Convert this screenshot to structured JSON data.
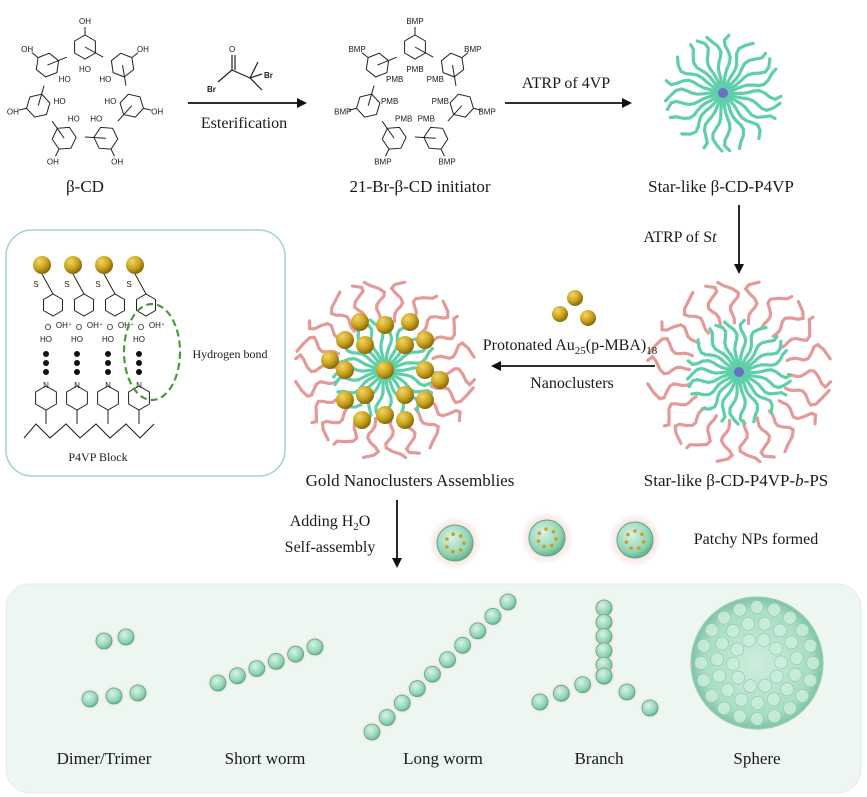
{
  "molecules": {
    "beta_cd": {
      "label": "β-CD",
      "group": "HO",
      "group_alt": "OH"
    },
    "initiator": {
      "label": "21-Br-β-CD initiator",
      "group": "BMP",
      "group_alt": "PMB"
    },
    "reagent": {
      "atom_o": "O",
      "atom_br1": "Br",
      "atom_br2": "Br"
    }
  },
  "arrows": {
    "esterification": "Esterification",
    "atrp_4vp": "ATRP of 4VP",
    "atrp_st_prefix": "ATRP of S",
    "atrp_st_italic": "t",
    "nanoclusters_line1_prefix": "Protonated Au",
    "nanoclusters_line1_sub1": "25",
    "nanoclusters_line1_mid": "(p-MBA)",
    "nanoclusters_line1_sub2": "18",
    "nanoclusters_line2": "Nanoclusters",
    "adding_prefix": "Adding H",
    "adding_sub": "2",
    "adding_suffix": "O",
    "self_assembly": "Self-assembly"
  },
  "stars": {
    "p4vp_prefix": "Star-like ",
    "p4vp_name": "β-CD-P4VP",
    "ps_prefix": "Star-like ",
    "ps_name_a": "β-CD-P4VP-",
    "ps_name_b": "b",
    "ps_name_c": "-PS"
  },
  "inset": {
    "block_label": "P4VP Block",
    "hbond_label": "Hydrogen bond",
    "atom_s": "S",
    "atom_n": "N",
    "atom_ho": "HO",
    "atom_oh": "OH⁺",
    "atom_o": "O"
  },
  "assembly": {
    "label": "Gold Nanoclusters Assemblies"
  },
  "patchy": {
    "label": "Patchy NPs formed"
  },
  "morphologies": [
    "Dimer/Trimer",
    "Short worm",
    "Long worm",
    "Branch",
    "Sphere"
  ],
  "colors": {
    "polymer_green": "#5fcfaa",
    "polymer_pink": "#e59a9a",
    "gold": "#c9a21c",
    "inset_border": "#9fd6bd",
    "bottom_panel": "#eef6f1",
    "dashed_green": "#4a9a3a"
  }
}
